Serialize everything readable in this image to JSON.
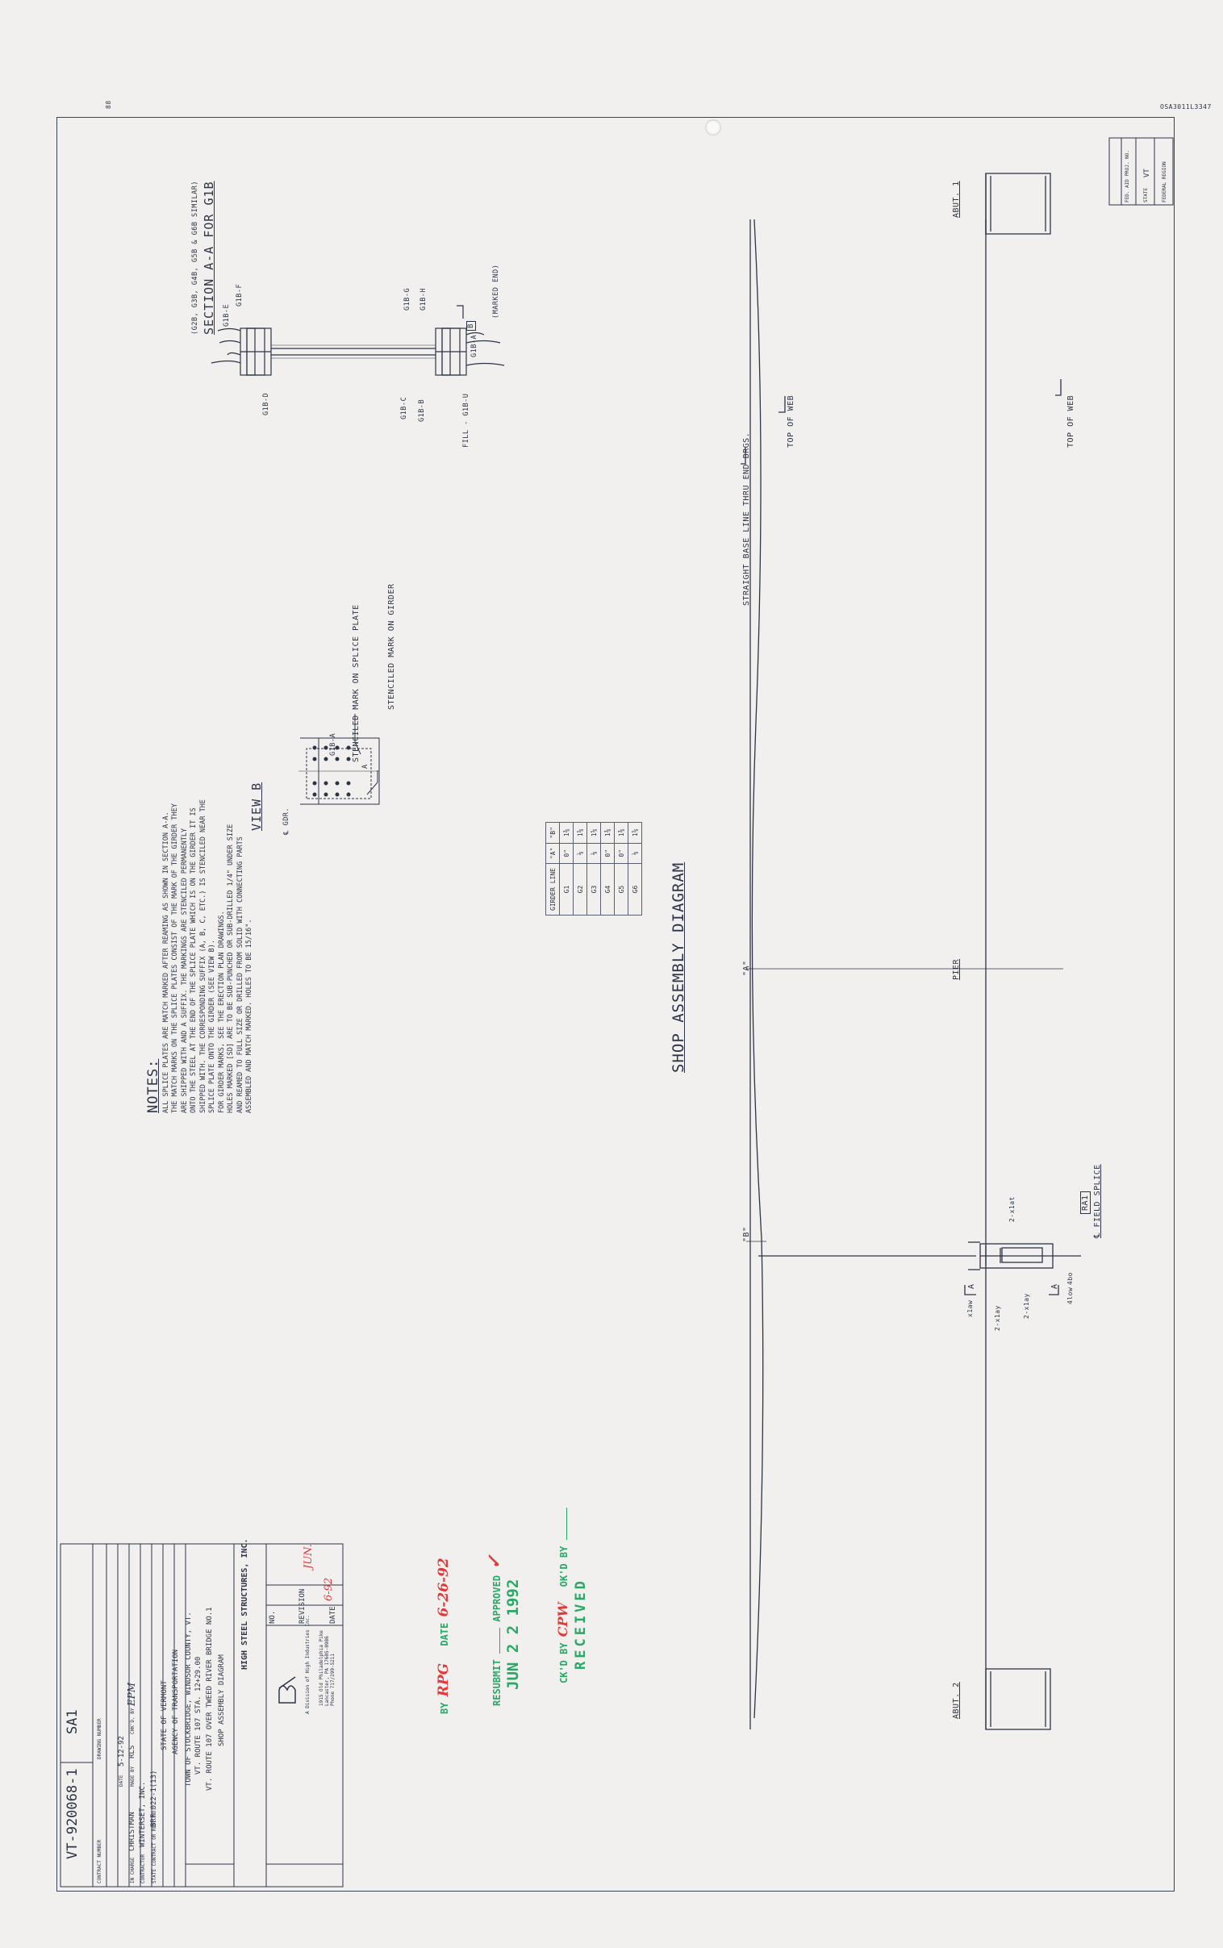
{
  "sheet": {
    "corner_code": "OSA3011L3347",
    "left_mark": "88",
    "title": "SHOP ASSEMBLY DIAGRAM"
  },
  "elevation": {
    "top_of_web_right": "TOP OF WEB",
    "top_of_web_left": "TOP OF WEB",
    "base_line": "STRAIGHT BASE LINE THRU END BRGS.",
    "abut1": "ABUT. 1",
    "abut2": "ABUT. 2",
    "pier": "PIER",
    "field_splice": "℄ FIELD SPLICE",
    "ra": "RA1",
    "point_a": "\"A\"",
    "point_b": "\"B\"",
    "section_tag_a1": "A",
    "section_tag_a2": "A",
    "bolt_labels": [
      "4bo",
      "4low",
      "2-x1ay",
      "2-x1ay",
      "2-x1at",
      "x1aw"
    ]
  },
  "camber_table": {
    "headers": [
      "GIRDER LINE",
      "\"A\"",
      "\"B\""
    ],
    "rows": [
      [
        "G1",
        "0\"",
        "1⅜"
      ],
      [
        "G2",
        "⅛",
        "1⅝"
      ],
      [
        "G3",
        "⅛",
        "1⅝"
      ],
      [
        "G4",
        "0\"",
        "1⅜"
      ],
      [
        "G5",
        "0\"",
        "1⅜"
      ],
      [
        "G6",
        "⅛",
        "1⅝"
      ]
    ]
  },
  "section": {
    "title": "SECTION A-A FOR G1B",
    "subtitle": "(G2B, G3B, G4B, G5B & G6B SIMILAR)",
    "marked_end": "(MARKED END)",
    "b_tag": "B",
    "labels": [
      "G1B-A",
      "G1B-B",
      "G1B-C",
      "G1B-D",
      "G1B-E",
      "G1B-F",
      "G1B-G",
      "G1B-H",
      "FILL - G1B-U"
    ]
  },
  "view_b": {
    "title": "VIEW B",
    "mark_girder": "STENCILED MARK ON GIRDER",
    "mark_plate": "STENCILED MARK ON SPLICE PLATE",
    "plate_label": "G1B-A",
    "cl_gdr": "℄ GDR.",
    "letter_a": "A"
  },
  "notes": {
    "heading": "NOTES:",
    "lines": [
      "ALL SPLICE PLATES ARE MATCH MARKED AFTER REAMING AS SHOWN IN SECTION A-A.",
      "THE MATCH MARKS ON THE SPLICE PLATES CONSIST OF THE MARK OF THE GIRDER THEY",
      "ARE SHIPPED WITH AND A SUFFIX. THE MARKINGS ARE STENCILED PERMANENTLY",
      "ONTO THE STEEL AT THE END OF THE SPLICE PLATE WHICH IS ON THE GIRDER IT IS",
      "SHIPPED WITH. THE CORRESPONDING SUFFIX (A, B, C, ETC.) IS STENCILED NEAR THE",
      "SPLICE PLATE ONTO THE GIRDER (SEE VIEW B).",
      "FOR GIRDER MARKS, SEE THE ERECTION PLAN DRAWINGS.",
      "HOLES MARKED [SD] ARE TO BE SUB-PUNCHED OR SUB-DRILLED 1/4\" UNDER SIZE",
      "AND REAMED TO FULL SIZE OR DRILLED FROM SOLID WITH CONNECTING PARTS",
      "ASSEMBLED AND MATCH MARKED. HOLES TO BE 15/16\"."
    ]
  },
  "stamp": {
    "received": "RECEIVED",
    "ckd_by": "CK'D BY",
    "ckd_initials": "CPW",
    "okd_by": "OK'D BY",
    "date": "JUN 2 2 1992",
    "resubmit": "RESUBMIT",
    "approved": "APPROVED",
    "by": "BY",
    "by_initials": "RPG",
    "date_label": "DATE",
    "date_value": "6-26-92",
    "check": "✓"
  },
  "title_block": {
    "rev_note": "JUN.",
    "rev_date": "6-92",
    "no": "NO.",
    "revision": "REVISION",
    "date": "DATE",
    "company": "HIGH STEEL STRUCTURES, INC.",
    "company_addr": [
      "1915 Old Philadelphia Pike",
      "Lancaster, PA 17605-0986",
      "Phone 717/299-5211"
    ],
    "company_sub": "A Division of High Industries Inc.",
    "drawing_title": "SHOP ASSEMBLY DIAGRAM",
    "bridge": "VT. ROUTE 107 OVER TWEED RIVER BRIDGE NO.1",
    "station": "VT. ROUTE 107 STA. 12+29.00",
    "town": "TOWN OF STOCKBRIDGE, WINDSOR COUNTY, VT.",
    "agency": "AGENCY OF TRANSPORTATION",
    "state": "STATE OF VERMONT",
    "state_contract_label": "STATE CONTRACT OR REF. NO.",
    "state_contract": "BRF 022-1(13)",
    "contractor_label": "CONTRACTOR",
    "contractor": "WINTERSET, INC.",
    "in_charge_label": "IN CHARGE",
    "in_charge": "CHRISTMAN",
    "made_by_label": "MADE BY",
    "made_by": "RLS",
    "chkd_label": "CHK'D. BY",
    "chkd": "EPM",
    "date_label": "DATE",
    "dwg_date": "5-12-92",
    "contract_label": "CONTRACT NUMBER",
    "contract": "VT-920068-1",
    "drawing_no_label": "DRAWING NUMBER",
    "drawing_no": "SA1"
  },
  "corner_box": {
    "h1": "FEDERAL REGION",
    "h2": "STATE",
    "h3": "FED. AID PROJ. NO.",
    "v2": "VT"
  }
}
